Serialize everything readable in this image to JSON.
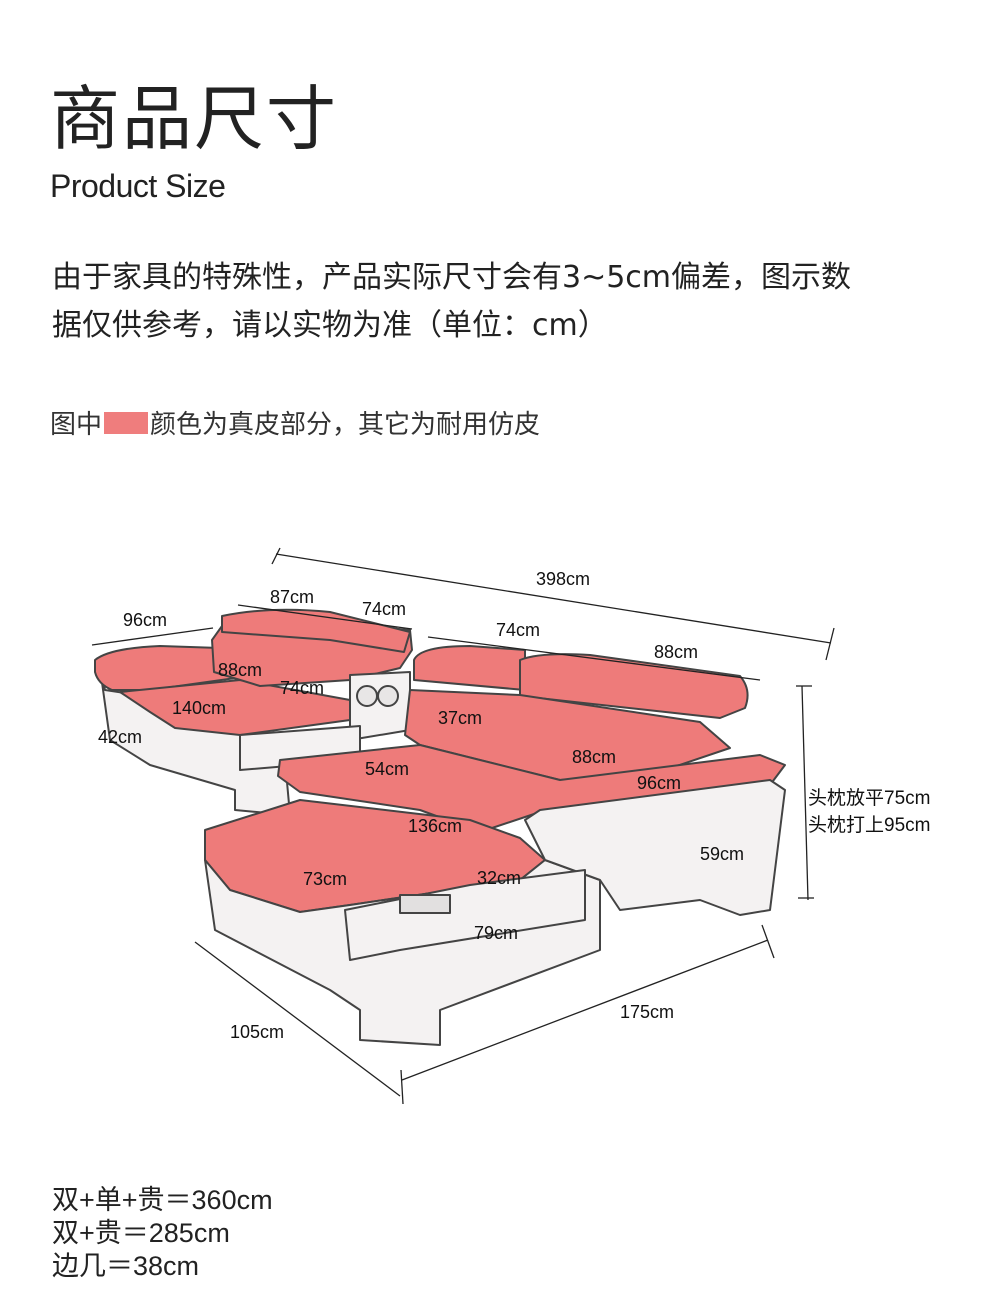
{
  "header": {
    "title_cn": "商品尺寸",
    "title_en": "Product Size"
  },
  "note": {
    "line1": "由于家具的特殊性，产品实际尺寸会有3~5cm偏差，图示数",
    "line2": "据仅供参考，请以实物为准（单位：cm）"
  },
  "legend": {
    "prefix": "图中",
    "suffix": "颜色为真皮部分，其它为耐用仿皮",
    "swatch_color": "#ef7d7d"
  },
  "colors": {
    "leather": "#ee7b7a",
    "leather_dark": "#d96a69",
    "outline": "#444444"
  },
  "dimensions": {
    "total_length": "398cm",
    "left_back_width": "87cm",
    "console_width": "74cm",
    "mid_back_width": "74cm",
    "right_back_width": "88cm",
    "left_depth": "96cm",
    "left_seat_88": "88cm",
    "left_seat_74": "74cm",
    "left_seat_140": "140cm",
    "armrest_height": "42cm",
    "back_37": "37cm",
    "seat_54": "54cm",
    "seat_88": "88cm",
    "right_96": "96cm",
    "chaise_136": "136cm",
    "side_59": "59cm",
    "chaise_73": "73cm",
    "console_32": "32cm",
    "console_79": "79cm",
    "chaise_depth": "105cm",
    "chaise_length": "175cm",
    "headrest_flat": "头枕放平75cm",
    "headrest_up": "头枕打上95cm"
  },
  "footer": {
    "line1": "双+单+贵＝360cm",
    "line2": "双+贵＝285cm",
    "line3": "边几＝38cm"
  }
}
